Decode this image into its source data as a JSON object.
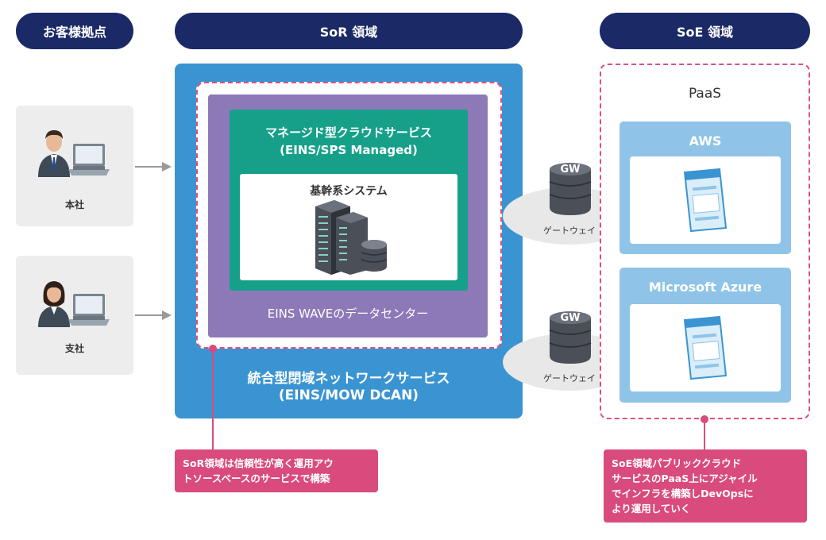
{
  "headers": {
    "customer": "お客様拠点",
    "sor": "SoR 領域",
    "soe": "SoE 領域"
  },
  "sites": [
    {
      "label": "本社"
    },
    {
      "label": "支社"
    }
  ],
  "sor": {
    "managed_line1": "マネージド型クラウドサービス",
    "managed_line2": "(EINS/SPS Managed)",
    "core_title": "基幹系システム",
    "datacenter": "EINS WAVEのデータセンター",
    "network_line1": "統合型閉域ネットワークサービス",
    "network_line2": "(EINS/MOW DCAN)"
  },
  "gateways": [
    {
      "icon_text": "GW",
      "label": "ゲートウェイ"
    },
    {
      "icon_text": "GW",
      "label": "ゲートウェイ"
    }
  ],
  "soe": {
    "paas": "PaaS",
    "clouds": [
      {
        "name": "AWS"
      },
      {
        "name": "Microsoft Azure"
      }
    ]
  },
  "notes": {
    "sor_line1": "SoR領域は信頼性が高く運用アウ",
    "sor_line2": "トソースベースのサービスで構築",
    "soe_line1": "SoE領域パブリッククラウド",
    "soe_line2": "サービスのPaaS上にアジャイル",
    "soe_line3": "でインフラを構築しDevOpsに",
    "soe_line4": "より運用していく"
  },
  "colors": {
    "navy": "#1b2a66",
    "sor_blue": "#3b94d2",
    "datacenter_purple": "#8d79b8",
    "managed_teal": "#16a08a",
    "cloud_lightblue": "#8fc4e8",
    "accent_pink": "#d94b7c"
  }
}
